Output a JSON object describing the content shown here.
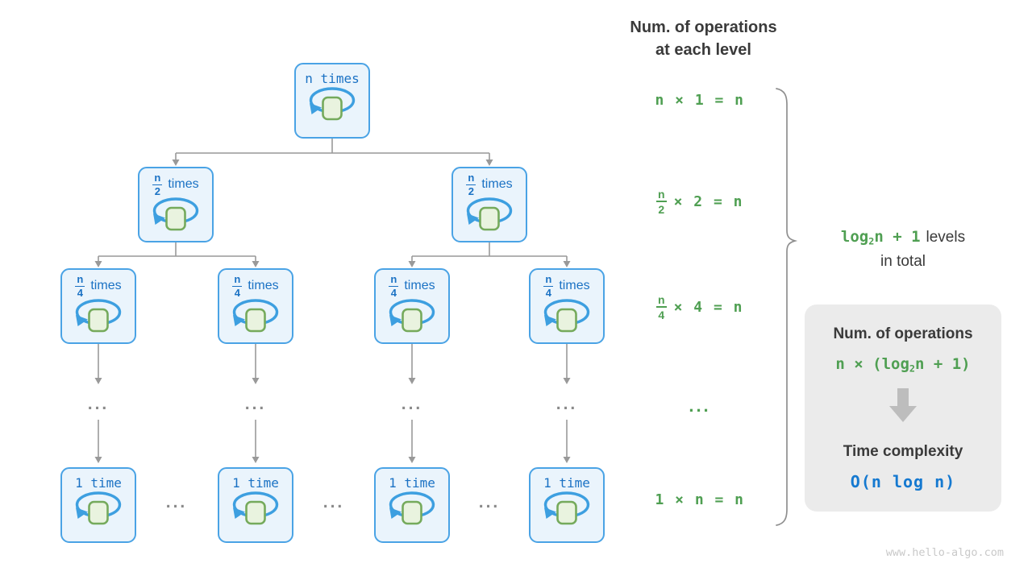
{
  "header": {
    "line1": "Num. of operations",
    "line2": "at each level"
  },
  "tree": {
    "root": {
      "label": "n times"
    },
    "level2": [
      {
        "num": "n",
        "den": "2",
        "word": "times"
      },
      {
        "num": "n",
        "den": "2",
        "word": "times"
      }
    ],
    "level3": [
      {
        "num": "n",
        "den": "4",
        "word": "times"
      },
      {
        "num": "n",
        "den": "4",
        "word": "times"
      },
      {
        "num": "n",
        "den": "4",
        "word": "times"
      },
      {
        "num": "n",
        "den": "4",
        "word": "times"
      }
    ],
    "bottom": [
      {
        "label": "1 time"
      },
      {
        "label": "1 time"
      },
      {
        "label": "1 time"
      },
      {
        "label": "1 time"
      }
    ],
    "column_dots": "...",
    "row_dots": "..."
  },
  "equations": {
    "row1": "n × 1 = n",
    "row2": {
      "num": "n",
      "den": "2",
      "rest": "× 2 = n"
    },
    "row3": {
      "num": "n",
      "den": "4",
      "rest": "× 4 = n"
    },
    "dots": "...",
    "row4": "1 × n = n"
  },
  "levels_note": {
    "formula_pre": "log",
    "formula_sub": "2",
    "formula_post": "n + 1",
    "suffix": "levels",
    "line2": "in total"
  },
  "summary_box": {
    "title1": "Num. of operations",
    "formula_pre": "n × (log",
    "formula_sub": "2",
    "formula_post": "n + 1)",
    "title2": "Time complexity",
    "big_o": "O(n log n)"
  },
  "watermark": "www.hello-algo.com",
  "colors": {
    "node_border": "#4aa3e5",
    "node_fill": "#eaf4fc",
    "node_text": "#1b72c4",
    "loop_blue": "#3d9fe0",
    "square_fill": "#e9f3df",
    "square_border": "#75aa5c",
    "line_gray": "#999999",
    "green": "#4f9f52",
    "dark": "#3a3a3a",
    "box_bg": "#ebebeb",
    "big_o_blue": "#1579d0",
    "watermark_gray": "#c9c9c9"
  }
}
